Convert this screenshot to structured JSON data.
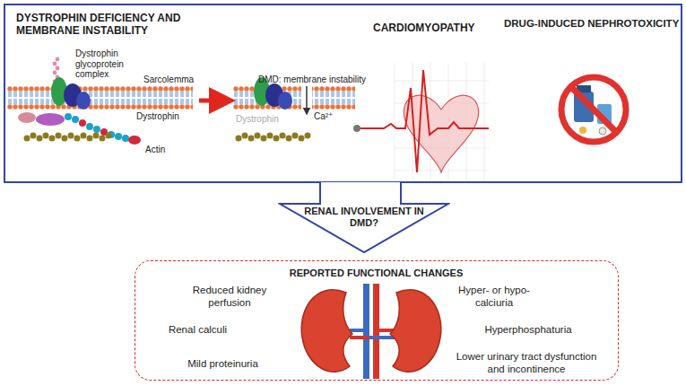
{
  "diagram": {
    "nodes": [
      {
        "text": [
          "DYSTROPHIN DEFICIENCY AND MEMBRANE INSTABILITY",
          "CARDIOMYOPATHY",
          "DRUG-INDUCED NEPHROTOXICITY"
        ]
      },
      {
        "text": [
          "RENAL INVOLVEMENT IN DMD?"
        ]
      },
      {
        "text": [
          "REPORTED FUNCTIONAL CHANGES",
          "Reduced kidney perfusion",
          "Renal calculi",
          "Mild proteinuria",
          "Hyper- or hypo-calciuria",
          "Hyperphosphaturia",
          "Lower urinary tract dysfunction and incontinence"
        ]
      }
    ],
    "labels": [
      "Dystrophin glycoprotein complex",
      "Sarcolemma",
      "Dystrophin",
      "Actin",
      "DMD: membrane instability",
      "Dystrophin",
      "Ca²⁺"
    ]
  }
}
